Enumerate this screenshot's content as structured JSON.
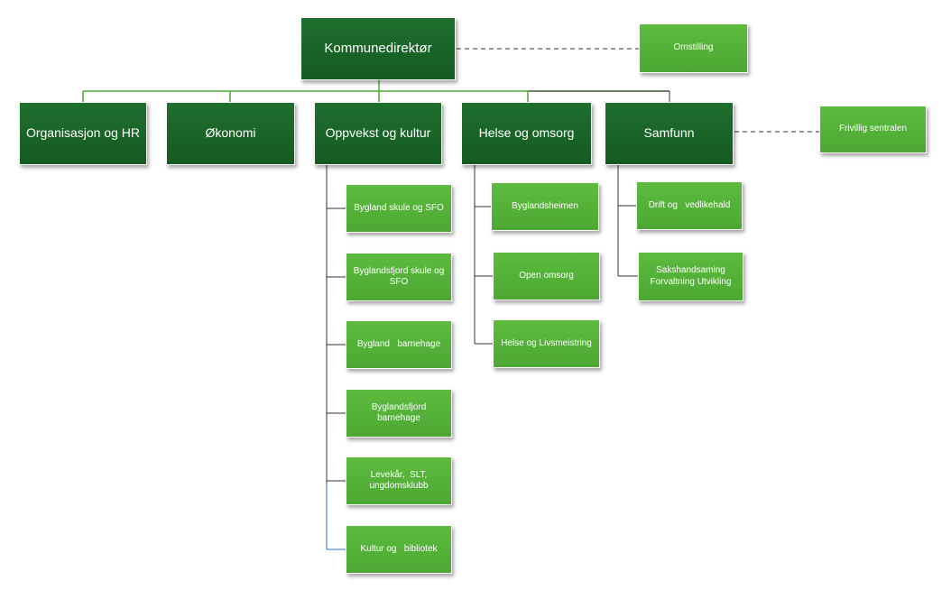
{
  "director": {
    "label": "Kommunedirektør"
  },
  "staff": {
    "label": "Omstilling"
  },
  "departments": {
    "hr": {
      "label": "Organisasjon og HR"
    },
    "economy": {
      "label": "Økonomi"
    },
    "education": {
      "label": "Oppvekst og kultur",
      "units": [
        "Bygland skule og SFO",
        "Byglandsfjord skule og SFO",
        "Bygland   barnehage",
        "Byglandsfjord barnehage",
        "Levekår,  SLT, ungdomsklubb",
        "Kultur og   bibliotek"
      ]
    },
    "health": {
      "label": "Helse og omsorg",
      "units": [
        "Byglandsheimen",
        "Open omsorg",
        "Helse og Livsmeistring"
      ]
    },
    "society": {
      "label": "Samfunn",
      "units": [
        "Drift og   vedlikehald",
        "Sakshandsaming Forvaltning Utvikling"
      ],
      "affiliate": {
        "label": "Frivillig sentralen"
      }
    }
  },
  "colors": {
    "dark_box": "#1a6428",
    "light_box": "#52ad36",
    "connector_green": "#4ca832",
    "connector_dark": "#333333",
    "connector_blue": "#2e6fb6"
  }
}
